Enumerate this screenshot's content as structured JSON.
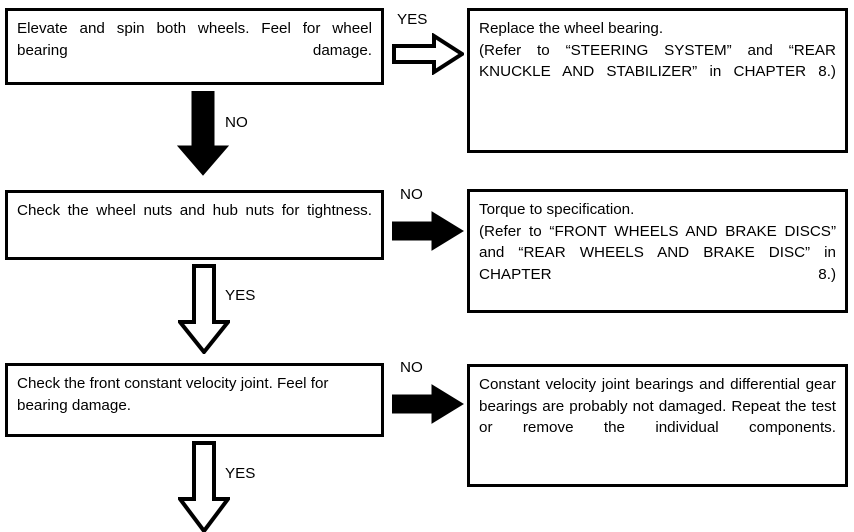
{
  "document": {
    "type": "troubleshooting-flowchart",
    "title": "Wheel / bearing noise diagnostic flowchart"
  },
  "palette": {
    "ink": "#000000",
    "paper": "#ffffff",
    "fill_solid": "#000000",
    "fill_hollow": "#ffffff"
  },
  "nodes": {
    "step1": {
      "text": "Elevate and spin both wheels. Feel for wheel bearing damage."
    },
    "step1_result": {
      "text": "Replace the wheel bearing.\n(Refer to “STEERING SYSTEM” and “REAR KNUCKLE AND STABILIZER” in CHAPTER 8.)"
    },
    "step2": {
      "text": "Check the wheel nuts and hub nuts for tightness."
    },
    "step2_result": {
      "text": "Torque to specification.\n(Refer to “FRONT WHEELS AND BRAKE DISCS” and “REAR WHEELS AND BRAKE DISC” in CHAPTER 8.)"
    },
    "step3": {
      "text": "Check the front constant velocity joint. Feel for bearing damage."
    },
    "step3_result": {
      "text": "Constant velocity joint bearings and differential gear bearings are probably not damaged. Repeat the test or remove the individual components."
    }
  },
  "connectors": {
    "branch1_yes": {
      "label": "YES",
      "direction": "right",
      "style": "hollow"
    },
    "branch1_no": {
      "label": "NO",
      "direction": "down",
      "style": "solid"
    },
    "branch2_no": {
      "label": "NO",
      "direction": "right",
      "style": "solid"
    },
    "branch2_yes": {
      "label": "YES",
      "direction": "down",
      "style": "hollow"
    },
    "branch3_no": {
      "label": "NO",
      "direction": "right",
      "style": "solid"
    },
    "branch3_yes": {
      "label": "YES",
      "direction": "down",
      "style": "hollow"
    }
  }
}
